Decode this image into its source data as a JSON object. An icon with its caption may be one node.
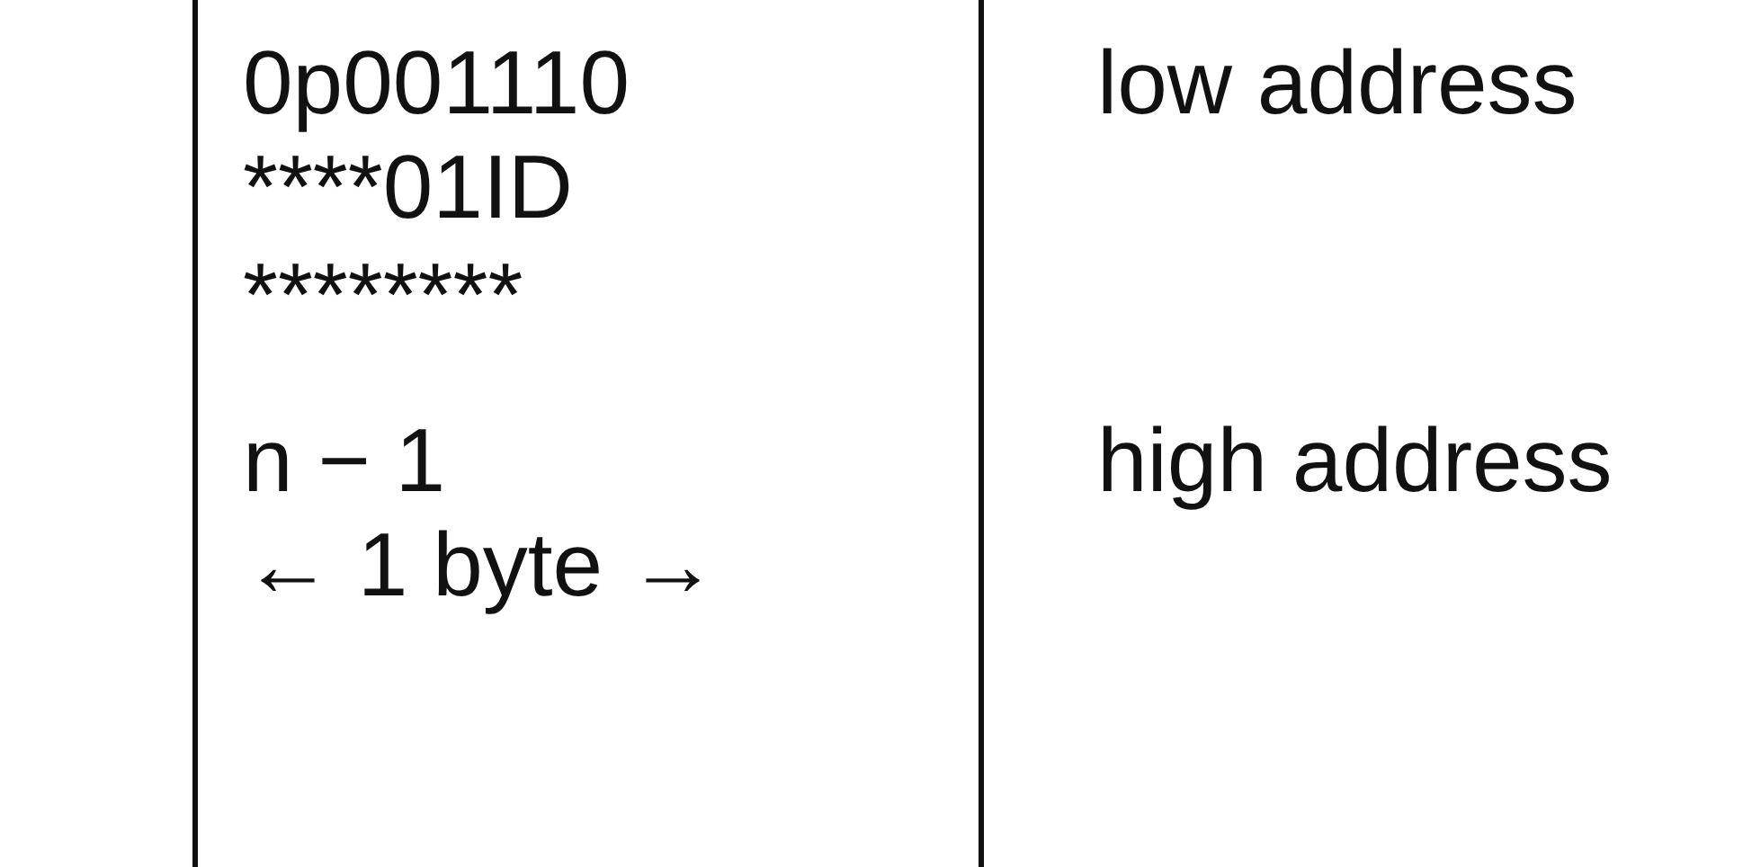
{
  "diagram": {
    "nodes": [
      {
        "text": [
          "0p001110",
          "****01ID",
          "********",
          "n − 1",
          "← 1 byte →"
        ]
      }
    ],
    "edges": [],
    "labels": [
      "low address",
      "high address"
    ]
  }
}
